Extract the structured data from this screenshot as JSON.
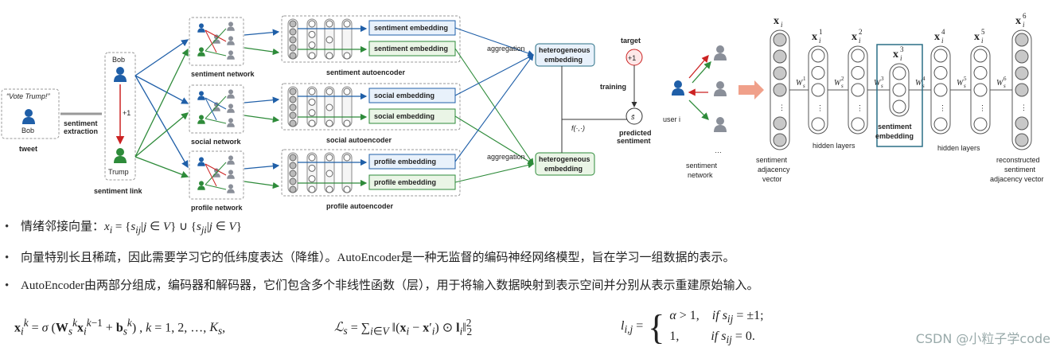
{
  "left": {
    "tweet_text": "“Vote Trump!”",
    "tweet_user": "Bob",
    "tweet_caption": "tweet",
    "extraction_label_1": "sentiment",
    "extraction_label_2": "extraction",
    "link_top": "Bob",
    "link_bottom": "Trump",
    "link_value": "+1",
    "link_caption": "sentiment link"
  },
  "networks": [
    {
      "name": "sentiment network",
      "autoencoder": "sentiment autoencoder",
      "embedding": "sentiment embedding"
    },
    {
      "name": "social network",
      "autoencoder": "social autoencoder",
      "embedding": "social embedding"
    },
    {
      "name": "profile network",
      "autoencoder": "profile autoencoder",
      "embedding": "profile embedding"
    }
  ],
  "aggregation": "aggregation",
  "heterogeneous": [
    "heterogeneous",
    "embedding"
  ],
  "target_label": "target",
  "target_value": "+1",
  "training_label": "training",
  "function_label": "f(·,·)",
  "predicted_symbol": "s̄",
  "predicted_label": [
    "predicted",
    "sentiment"
  ],
  "right": {
    "user_label": "user i",
    "network_caption": [
      "sentiment",
      "network"
    ],
    "ellipsis": "…",
    "input_caption": [
      "sentiment",
      "adjacency",
      "vector"
    ],
    "hidden_caption": "hidden layers",
    "embed_caption": [
      "sentiment",
      "embedding"
    ],
    "output_caption": [
      "reconstructed",
      "sentiment",
      "adjacency vector"
    ],
    "col_heads": [
      "x",
      "x",
      "x",
      "x",
      "x",
      "x",
      "x"
    ],
    "col_sups": [
      "",
      "1",
      "2",
      "3",
      "4",
      "5",
      "6"
    ],
    "col_sub": "i",
    "weights": [
      "1",
      "2",
      "3",
      "4",
      "5",
      "6"
    ],
    "weight_letter": "W",
    "weight_sub": "s"
  },
  "bullets": [
    "情绪邻接向量：",
    "向量特别长且稀疏，因此需要学习它的低纬度表达（降维）。AutoEncoder是一种无监督的编码神经网络模型，旨在学习一组数据的表示。",
    "AutoEncoder由两部分组成，编码器和解码器，它们包含多个非线性函数（层），用于将输入数据映射到表示空间并分别从表示重建原始输入。"
  ],
  "formula_1": "x_i = {s_ij | j ∈ V} ∪ {s_ji | j ∈ V}",
  "formula_2": "x_i^k = σ(W_s^k x_i^(k−1) + b_s^k), k = 1,2,…,K_s,",
  "formula_3": "L_s = Σ_(i∈V) ‖(x_i − x′_i) ⊙ l_i‖²₂",
  "formula_4": "l_ij = { α > 1, if s_ij = ±1; 1, if s_ij = 0.",
  "watermark": "CSDN @小粒子学code",
  "colors": {
    "blue": "#1f5fa8",
    "green": "#2e8b3a",
    "red": "#cc2222",
    "grey": "#8a8f99",
    "embed_blue": "#e8f1fb",
    "embed_green": "#eaf5e6",
    "teal": "#2a6f86",
    "pink": "#f0a08a"
  }
}
